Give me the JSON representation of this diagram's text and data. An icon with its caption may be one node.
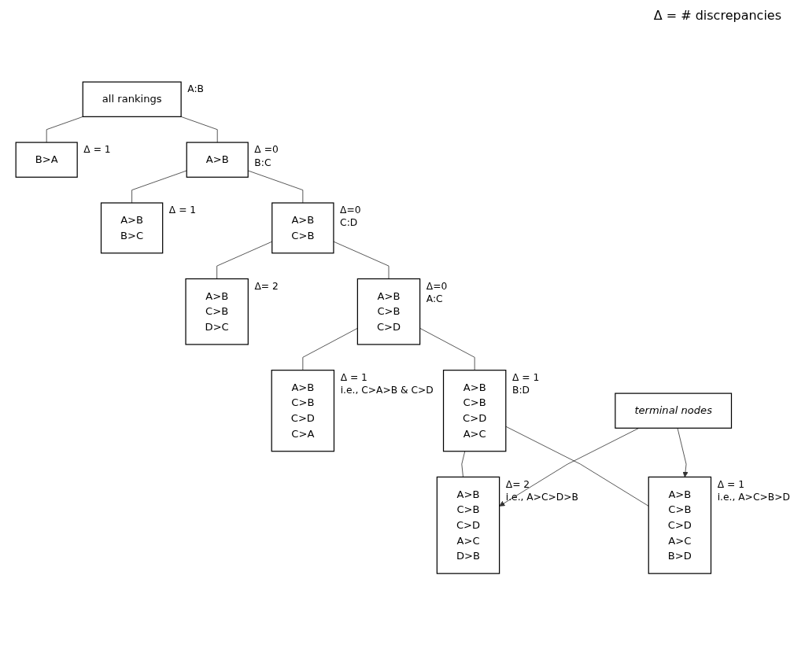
{
  "diagram": {
    "nodes": [
      {
        "text": [
          "all rankings"
        ],
        "beside": [
          "A:B"
        ]
      },
      {
        "text": [
          "B>A"
        ],
        "beside": [
          "Δ = 1"
        ]
      },
      {
        "text": [
          "A>B"
        ],
        "beside": [
          "Δ =0",
          "B:C"
        ]
      },
      {
        "text": [
          "A>B",
          "B>C"
        ],
        "beside": [
          "Δ = 1"
        ]
      },
      {
        "text": [
          "A>B",
          "C>B"
        ],
        "beside": [
          "Δ=0",
          "C:D"
        ]
      },
      {
        "text": [
          "A>B",
          "C>B",
          "D>C"
        ],
        "beside": [
          "Δ= 2"
        ]
      },
      {
        "text": [
          "A>B",
          "C>B",
          "C>D"
        ],
        "beside": [
          "Δ=0",
          "A:C"
        ]
      },
      {
        "text": [
          "A>B",
          "C>B",
          "C>D",
          "C>A"
        ],
        "beside": [
          "Δ = 1",
          "i.e., C>A>B & C>D"
        ]
      },
      {
        "text": [
          "A>B",
          "C>B",
          "C>D",
          "A>C"
        ],
        "beside": [
          "Δ = 1",
          "B:D"
        ]
      },
      {
        "text": [
          "A>B",
          "C>B",
          "C>D",
          "A>C",
          "D>B"
        ],
        "beside": [
          "Δ= 2",
          "i.e., A>C>D>B"
        ]
      },
      {
        "text": [
          "A>B",
          "C>B",
          "C>D",
          "A>C",
          "B>D"
        ],
        "beside": [
          "Δ = 1",
          "i.e., A>C>B>D"
        ]
      },
      {
        "text": [
          "terminal nodes"
        ]
      }
    ],
    "edges": [
      {
        "from": 0,
        "to": 1,
        "arrow": "none"
      },
      {
        "from": 0,
        "to": 2,
        "arrow": "none"
      },
      {
        "from": 2,
        "to": 3,
        "arrow": "none"
      },
      {
        "from": 2,
        "to": 4,
        "arrow": "none"
      },
      {
        "from": 4,
        "to": 5,
        "arrow": "none"
      },
      {
        "from": 4,
        "to": 6,
        "arrow": "none"
      },
      {
        "from": 6,
        "to": 7,
        "arrow": "none"
      },
      {
        "from": 6,
        "to": 8,
        "arrow": "none"
      },
      {
        "from": 8,
        "to": 9,
        "arrow": "none"
      },
      {
        "from": 8,
        "to": 10,
        "arrow": "none"
      },
      {
        "from": 11,
        "to": 9,
        "arrow": "to"
      },
      {
        "from": 11,
        "to": 10,
        "arrow": "to"
      }
    ],
    "labels": [
      "Δ = # discrepancies"
    ]
  }
}
